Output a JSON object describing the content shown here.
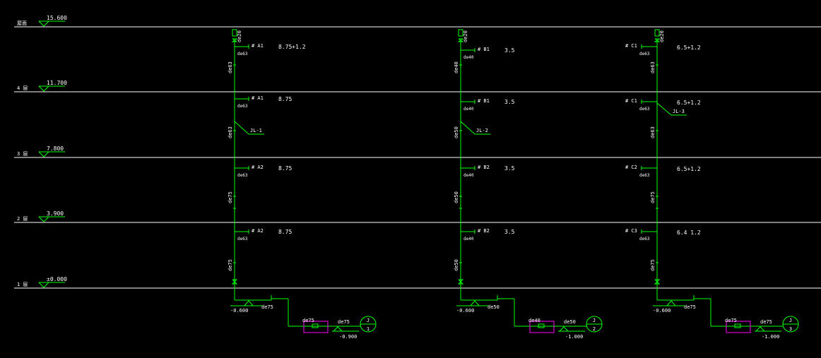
{
  "colors": {
    "background": "#000000",
    "floor_line": "#ffffff",
    "pipe": "#00ff00",
    "text": "#ffffff",
    "meter_box": "#ff00ff"
  },
  "floors": [
    {
      "name": "屋面",
      "elev": "15.600"
    },
    {
      "name": "4 层",
      "elev": "11.700"
    },
    {
      "name": "3 层",
      "elev": "7.800"
    },
    {
      "name": "2 层",
      "elev": "3.900"
    },
    {
      "name": "1 层",
      "elev": "±0.000"
    }
  ],
  "risers": [
    {
      "id": "JL-1",
      "top_label": "de20",
      "pipe_labels": [
        "de63",
        "de63",
        "de75",
        "de75"
      ],
      "branches": [
        {
          "room": "# A1",
          "pipe": "de63",
          "load": "8.75+1.2",
          "side": "right"
        },
        {
          "room": "# A1",
          "pipe": "de63",
          "load": "8.75",
          "side": "right"
        },
        {
          "room": "# A2",
          "pipe": "de63",
          "load": "8.75",
          "side": "right"
        },
        {
          "room": "# A2",
          "pipe": "de63",
          "load": "8.75",
          "side": "right"
        }
      ],
      "base_elev": "-0.600",
      "base_pipe": "de75",
      "meter_pipe": "de75",
      "out_pipe": "de75",
      "out_elev": "-0.900",
      "ref_top": "J",
      "ref_bottom": "1"
    },
    {
      "id": "JL-2",
      "top_label": "de20",
      "pipe_labels": [
        "de40",
        "de50",
        "de50",
        "de50"
      ],
      "branches": [
        {
          "room": "# B1",
          "pipe": "de40",
          "load": "3.5",
          "side": "right"
        },
        {
          "room": "# B1",
          "pipe": "de40",
          "load": "3.5",
          "side": "right"
        },
        {
          "room": "# B2",
          "pipe": "de40",
          "load": "3.5",
          "side": "right"
        },
        {
          "room": "# B2",
          "pipe": "de40",
          "load": "3.5",
          "side": "right"
        }
      ],
      "base_elev": "-0.600",
      "base_pipe": "de50",
      "meter_pipe": "de40",
      "out_pipe": "de50",
      "out_elev": "-1.000",
      "ref_top": "J",
      "ref_bottom": "2"
    },
    {
      "id": "JL-3",
      "top_label": "de20",
      "pipe_labels": [
        "de63",
        "de63",
        "de75",
        "de75"
      ],
      "branches": [
        {
          "room": "# C1",
          "pipe": "de63",
          "load": "6.5+1.2",
          "side": "left"
        },
        {
          "room": "# C1",
          "pipe": "de63",
          "load": "6.5+1.2",
          "side": "left"
        },
        {
          "room": "# C2",
          "pipe": "de63",
          "load": "6.5+1.2",
          "side": "left"
        },
        {
          "room": "# C3",
          "pipe": "de63",
          "load": "6.4 1.2",
          "side": "left"
        }
      ],
      "base_elev": "-0.600",
      "base_pipe": "de75",
      "meter_pipe": "de75",
      "out_pipe": "de75",
      "out_elev": "-1.000",
      "ref_top": "J",
      "ref_bottom": "3"
    }
  ]
}
